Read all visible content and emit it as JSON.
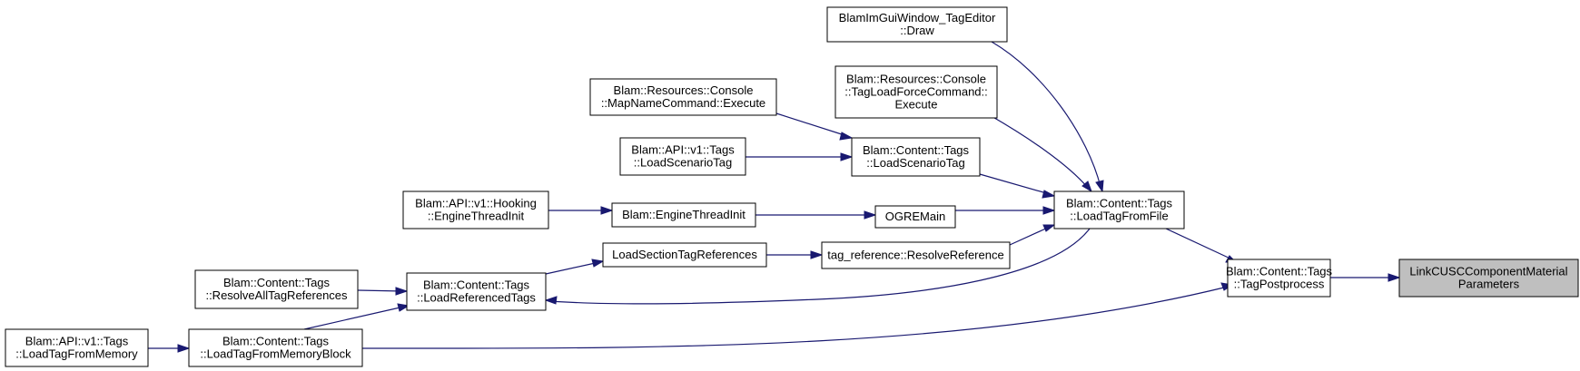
{
  "nodes": [
    {
      "id": "link",
      "lines": [
        "LinkCUSCComponentMaterial",
        "Parameters"
      ],
      "highlight": true
    },
    {
      "id": "tagpost",
      "lines": [
        "Blam::Content::Tags",
        "::TagPostprocess"
      ]
    },
    {
      "id": "loadfile",
      "lines": [
        "Blam::Content::Tags",
        "::LoadTagFromFile"
      ]
    },
    {
      "id": "memblock",
      "lines": [
        "Blam::Content::Tags",
        "::LoadTagFromMemoryBlock"
      ]
    },
    {
      "id": "tageditor",
      "lines": [
        "BlamImGuiWindow_TagEditor",
        "::Draw"
      ]
    },
    {
      "id": "loadforce",
      "lines": [
        "Blam::Resources::Console",
        "::TagLoadForceCommand::",
        "Execute"
      ]
    },
    {
      "id": "ct_scen",
      "lines": [
        "Blam::Content::Tags",
        "::LoadScenarioTag"
      ]
    },
    {
      "id": "ogre",
      "lines": [
        "OGREMain"
      ]
    },
    {
      "id": "resolveref",
      "lines": [
        "tag_reference::ResolveReference"
      ]
    },
    {
      "id": "mapname",
      "lines": [
        "Blam::Resources::Console",
        "::MapNameCommand::Execute"
      ]
    },
    {
      "id": "api_scen",
      "lines": [
        "Blam::API::v1::Tags",
        "::LoadScenarioTag"
      ]
    },
    {
      "id": "enginethread",
      "lines": [
        "Blam::EngineThreadInit"
      ]
    },
    {
      "id": "hookinit",
      "lines": [
        "Blam::API::v1::Hooking",
        "::EngineThreadInit"
      ]
    },
    {
      "id": "lsect",
      "lines": [
        "LoadSectionTagReferences"
      ]
    },
    {
      "id": "lrefd",
      "lines": [
        "Blam::Content::Tags",
        "::LoadReferencedTags"
      ]
    },
    {
      "id": "resall",
      "lines": [
        "Blam::Content::Tags",
        "::ResolveAllTagReferences"
      ]
    },
    {
      "id": "api_mem",
      "lines": [
        "Blam::API::v1::Tags",
        "::LoadTagFromMemory"
      ]
    }
  ]
}
